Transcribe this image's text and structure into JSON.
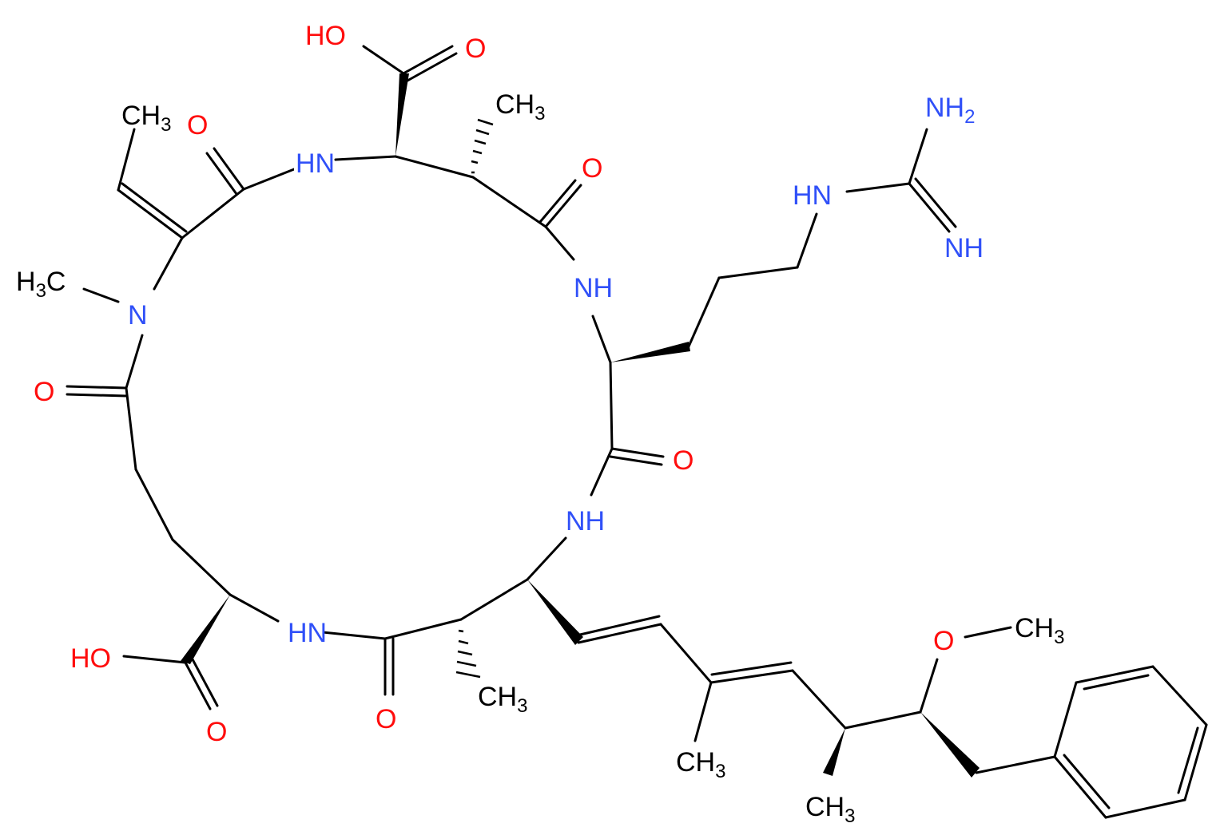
{
  "diagram": {
    "type": "chemical-structure",
    "colors": {
      "bond": "#000000",
      "oxygen": "#ff0d0d",
      "nitrogen": "#3050f8",
      "carbon": "#000000"
    },
    "atom_labels": {
      "ho_top": "HO",
      "o_acid_top": "O",
      "ch3_ethylidene": "CH",
      "ch3_ethylidene_sub": "3",
      "o_amide_nw": "O",
      "nh_top": "HN",
      "ch3_alpha_top": "CH",
      "ch3_alpha_top_sub": "3",
      "o_amide_ne": "O",
      "h3c_nmethyl": "H",
      "h3c_nmethyl_sub": "3",
      "h3c_nmethyl_c": "C",
      "n_methyl": "N",
      "nh2": "NH",
      "nh2_sub": "2",
      "hn_guan": "HN",
      "nh_guan_imine": "NH",
      "nh_right": "NH",
      "o_left": "O",
      "o_right": "O",
      "nh_lower_right": "NH",
      "ho_bottom": "HO",
      "hn_bottom": "HN",
      "o_acid_bottom": "O",
      "o_amide_bottom": "O",
      "ch3_alpha_bottom": "CH",
      "ch3_alpha_bottom_sub": "3",
      "ch3_diene": "CH",
      "ch3_diene_sub": "3",
      "ch3_side": "CH",
      "ch3_side_sub": "3",
      "o_methoxy": "O",
      "ch3_methoxy": "CH",
      "ch3_methoxy_sub": "3"
    }
  }
}
